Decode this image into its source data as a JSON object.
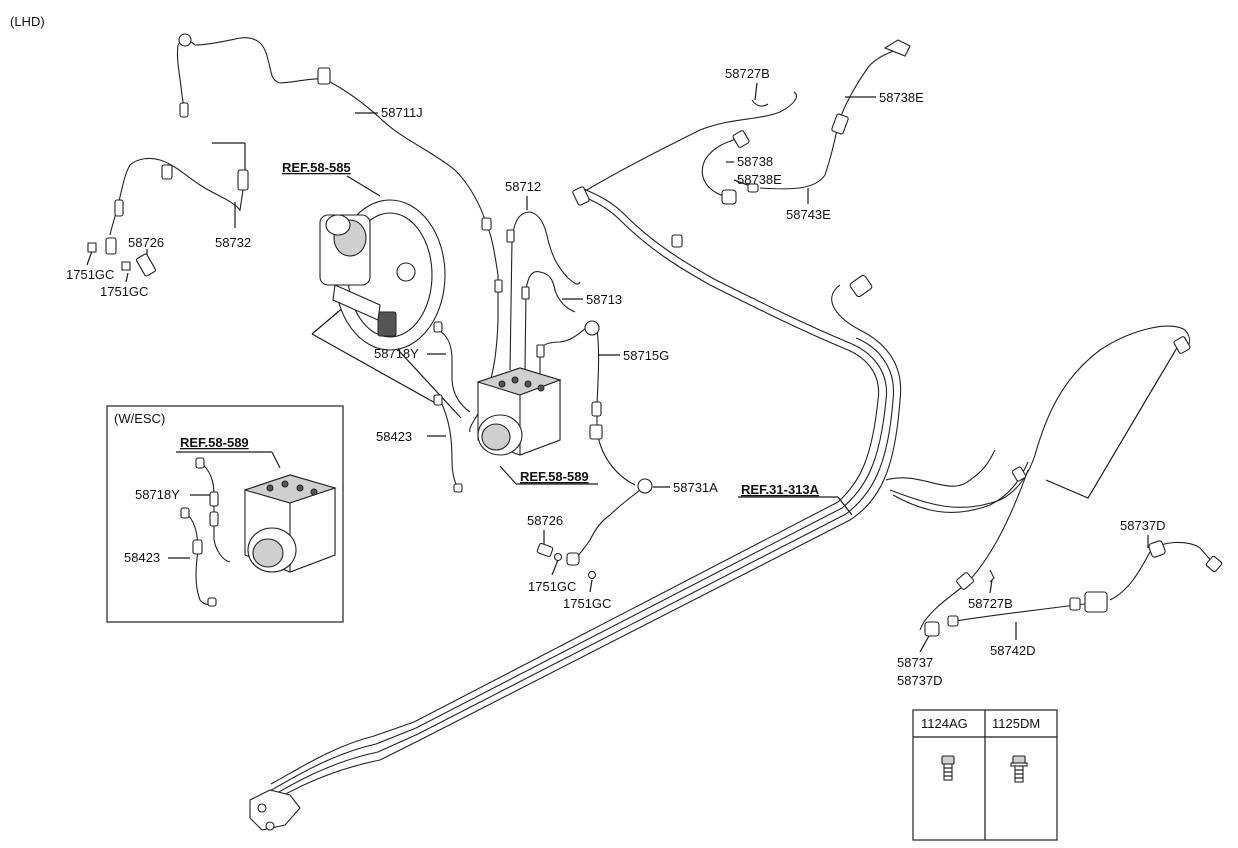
{
  "variant_label": "(LHD)",
  "esc_box_label": "(W/ESC)",
  "references": {
    "ref_58_585": "REF.58-585",
    "ref_58_589_main": "REF.58-589",
    "ref_58_589_esc": "REF.58-589",
    "ref_31_313A": "REF.31-313A"
  },
  "part_labels": {
    "p58711J": "58711J",
    "p58732": "58732",
    "p58726_left": "58726",
    "p1751GC_a": "1751GC",
    "p1751GC_b": "1751GC",
    "p58712": "58712",
    "p58713": "58713",
    "p58715G": "58715G",
    "p58718Y": "58718Y",
    "p58423": "58423",
    "p58731A": "58731A",
    "p58726_mid": "58726",
    "p1751GC_c": "1751GC",
    "p1751GC_d": "1751GC",
    "p58727B_top": "58727B",
    "p58738E_top": "58738E",
    "p58738": "58738",
    "p58738E_mid": "58738E",
    "p58743E": "58743E",
    "p58737D_right": "58737D",
    "p58727B_bottom": "58727B",
    "p58742D": "58742D",
    "p58737": "58737",
    "p58737D_bottom": "58737D",
    "esc_58718Y": "58718Y",
    "esc_58423": "58423"
  },
  "fastener_table": {
    "headers": [
      "1124AG",
      "1125DM"
    ],
    "icons": [
      "bolt-icon",
      "flange-bolt-icon"
    ]
  }
}
